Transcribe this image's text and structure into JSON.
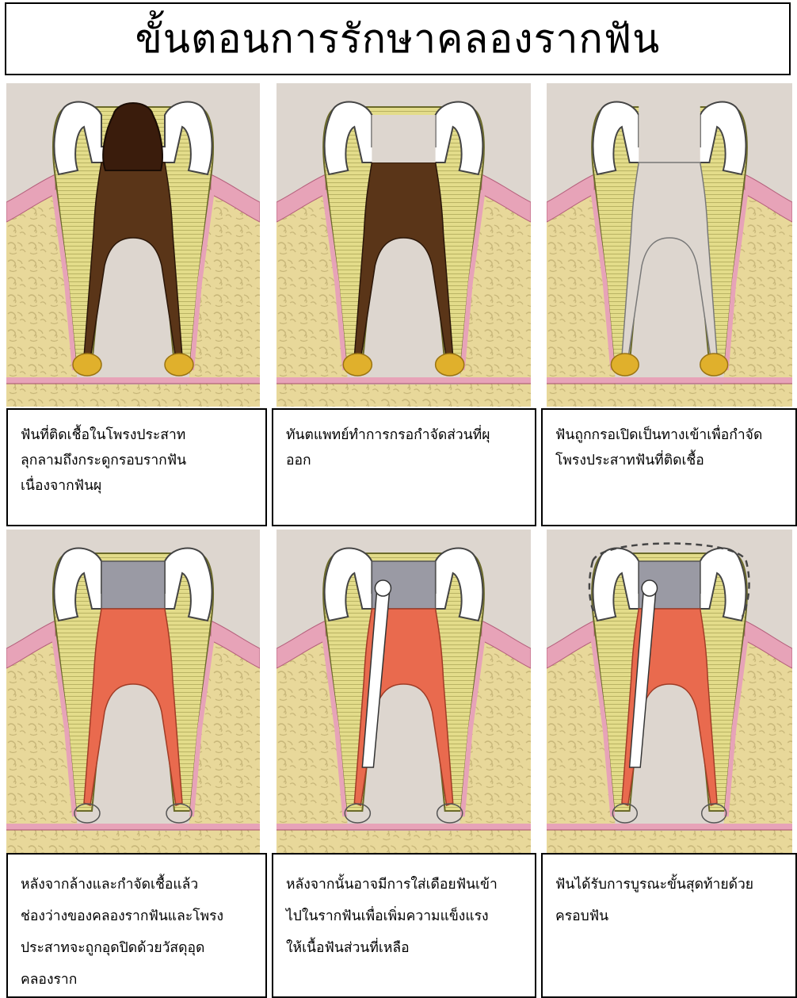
{
  "title": "ขั้นตอนการรักษาคลองรากฟัน",
  "steps": [
    {
      "lines": [
        "ฟันที่ติดเชื้อในโพรงประสาท",
        "ลุกลามถึงกระดูกรอบรากฟัน",
        "เนื่องจากฟันผุ"
      ]
    },
    {
      "lines": [
        "ทันตแพทย์ทำการกรอกำจัดส่วนที่ผุ",
        "ออก"
      ]
    },
    {
      "lines": [
        "ฟันถูกกรอเปิดเป็นทางเข้าเพื่อกำจัด",
        "โพรงประสาทฟันที่ติดเชื้อ"
      ]
    },
    {
      "lines": [
        "หลังจากล้างและกำจัดเชื้อแล้ว",
        "ช่องว่างของคลองรากฟันและโพรง",
        "ประสาทจะถูกอุดปิดด้วยวัสดุอุด",
        "คลองราก"
      ]
    },
    {
      "lines": [
        "หลังจากนั้นอาจมีการใส่เดือยฟันเข้า",
        "ไปในรากฟันเพื่อเพิ่มความแข็งแรง",
        "ให้เนื้อฟันส่วนที่เหลือ"
      ]
    },
    {
      "lines": [
        "ฟันได้รับการบูรณะขั้นสุดท้ายด้วย",
        "ครอบฟัน"
      ]
    }
  ],
  "colors": {
    "bone": "#e8d89a",
    "bone_pattern": "#c7b679",
    "gum": "#e7a3b8",
    "dentin": "#e3dc8a",
    "enamel": "#ffffff",
    "infected_pulp": "#5a3518",
    "decay": "#3a1c0c",
    "abscess": "#e0b02c",
    "filling": "#e96a4e",
    "temp_filling": "#9a9aa4",
    "background": "#ddd6cf"
  }
}
